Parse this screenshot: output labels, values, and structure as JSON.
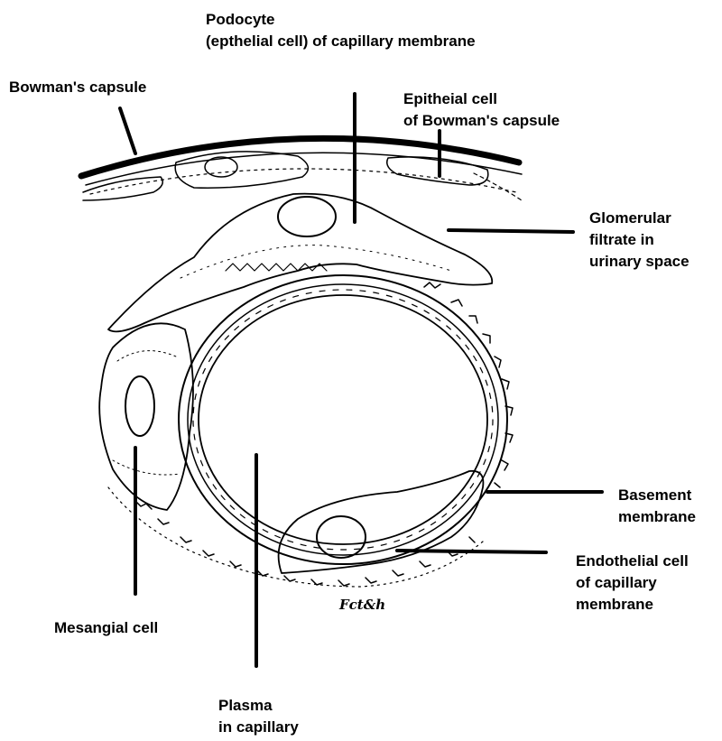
{
  "labels": {
    "podocyte": {
      "line1": "Podocyte",
      "line2": "(epthelial cell) of capillary membrane"
    },
    "bowmans_capsule": {
      "line1": "Bowman's capsule"
    },
    "epithelial_cell": {
      "line1": "Epitheial cell",
      "line2": "of Bowman's capsule"
    },
    "glomerular_filtrate": {
      "line1": "Glomerular",
      "line2": "filtrate in",
      "line3": "urinary space"
    },
    "basement_membrane": {
      "line1": "Basement",
      "line2": "membrane"
    },
    "endothelial_cell": {
      "line1": "Endothelial cell",
      "line2": "of capillary",
      "line3": "membrane"
    },
    "mesangial_cell": {
      "line1": "Mesangial cell"
    },
    "plasma": {
      "line1": "Plasma",
      "line2": "in capillary"
    }
  },
  "signature": "Fct&h",
  "colors": {
    "ink": "#000000",
    "paper": "#ffffff"
  }
}
